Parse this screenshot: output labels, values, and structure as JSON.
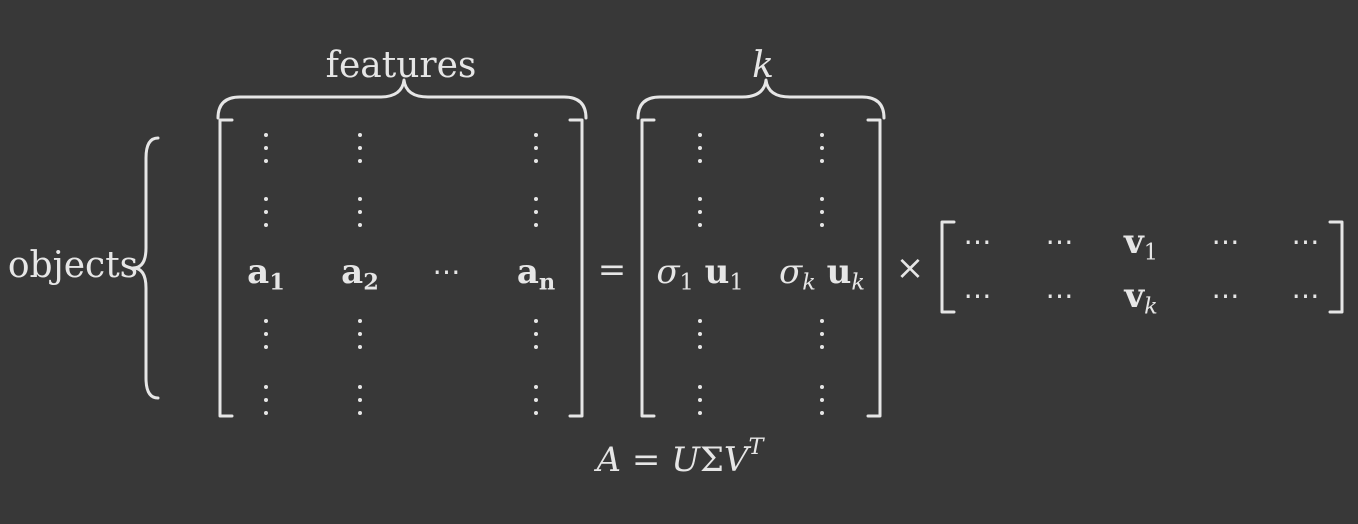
{
  "labels": {
    "features": "features",
    "k": "k",
    "objects": "objects",
    "equals": "=",
    "times": "×",
    "hdots": "⋯"
  },
  "matrix_a": {
    "columns": [
      {
        "base": "a",
        "sub": "1"
      },
      {
        "base": "a",
        "sub": "2"
      },
      {
        "base": "a",
        "sub": "n"
      }
    ]
  },
  "matrix_u": {
    "columns": [
      {
        "sigma": "σ",
        "sigma_sub": "1",
        "vec": "u",
        "vec_sub": "1"
      },
      {
        "sigma": "σ",
        "sigma_sub": "k",
        "vec": "u",
        "vec_sub": "k"
      }
    ]
  },
  "matrix_v": {
    "rows": [
      {
        "vec": "v",
        "sub": "1"
      },
      {
        "vec": "v",
        "sub": "k"
      }
    ]
  },
  "equation": {
    "lhs": "A",
    "eq": "=",
    "u": "U",
    "sigma": "Σ",
    "v": "V",
    "sup": "T"
  }
}
